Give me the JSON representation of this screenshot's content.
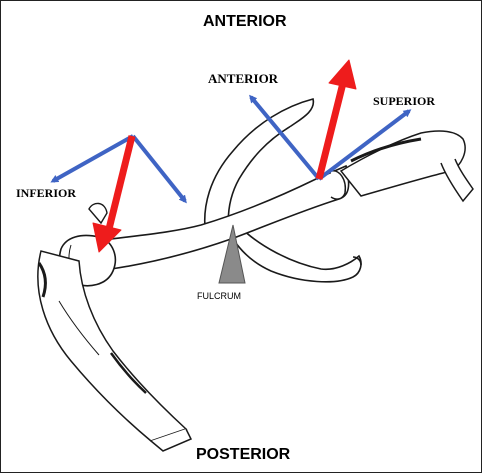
{
  "labels": {
    "top": "ANTERIOR",
    "bottom": "POSTERIOR",
    "anterior": "ANTERIOR",
    "superior": "SUPERIOR",
    "inferior": "INFERIOR",
    "fulcrum": "FULCRUM"
  },
  "colors": {
    "force_arrow": "#ee1c1c",
    "direction_arrow": "#3f64c4",
    "fulcrum": "#8a8a8a",
    "outline": "#1a1a1a"
  }
}
